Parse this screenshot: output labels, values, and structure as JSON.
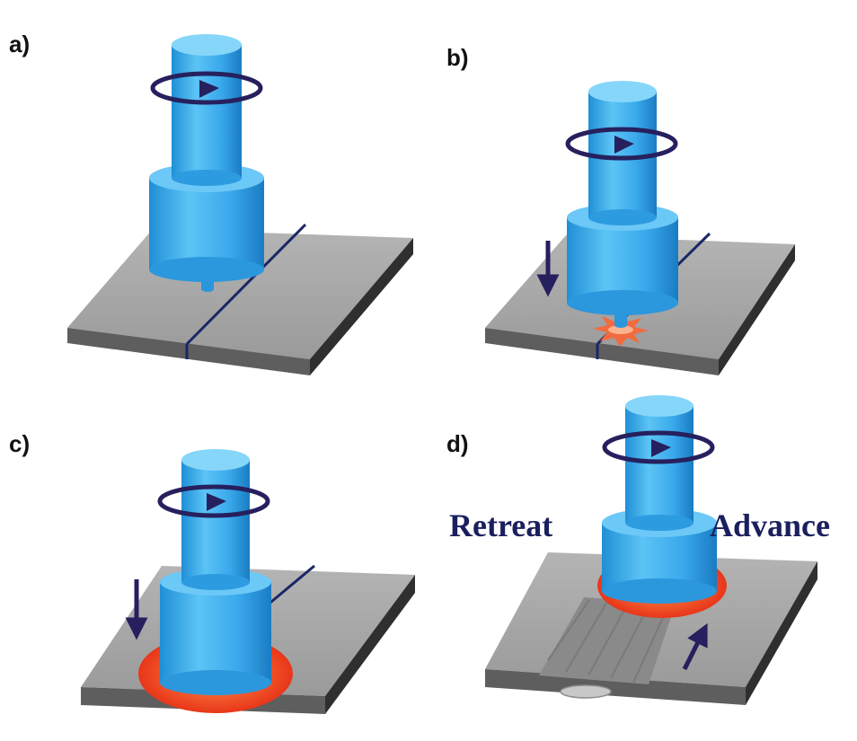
{
  "panels": [
    {
      "label": "a)"
    },
    {
      "label": "b)"
    },
    {
      "label": "c)"
    },
    {
      "label": "d)"
    }
  ],
  "annotations": {
    "retreat": "Retreat",
    "advance": "Advance"
  },
  "colors": {
    "tool_body": "#3aa9ec",
    "tool_top": "#7fd0f7",
    "plate_top": "#a8a8a8",
    "plate_side": "#4a4a4a",
    "arrow": "#26205e",
    "heat": "#f0401f"
  }
}
